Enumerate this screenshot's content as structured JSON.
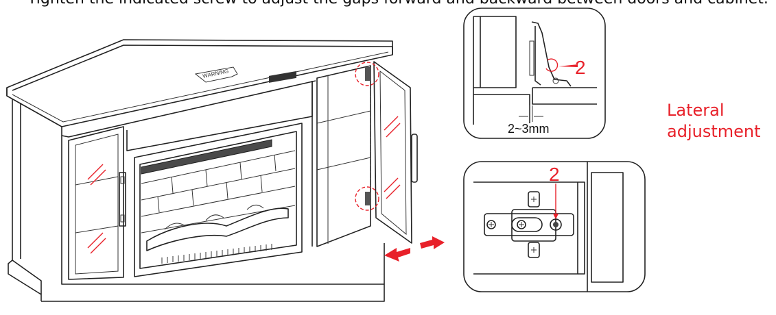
{
  "instruction_text": "Tighten the indicated screw to adjust the gaps forward and backward between doors and cabinet.",
  "lateral_label": "Lateral adjustment",
  "detail_top": {
    "callout_number": "2",
    "dimension_label": "2~3mm"
  },
  "detail_bottom": {
    "callout_number": "2"
  },
  "cabinet_warning_label": "WARNING",
  "colors": {
    "accent_red": "#e8212a",
    "line": "#222222"
  }
}
